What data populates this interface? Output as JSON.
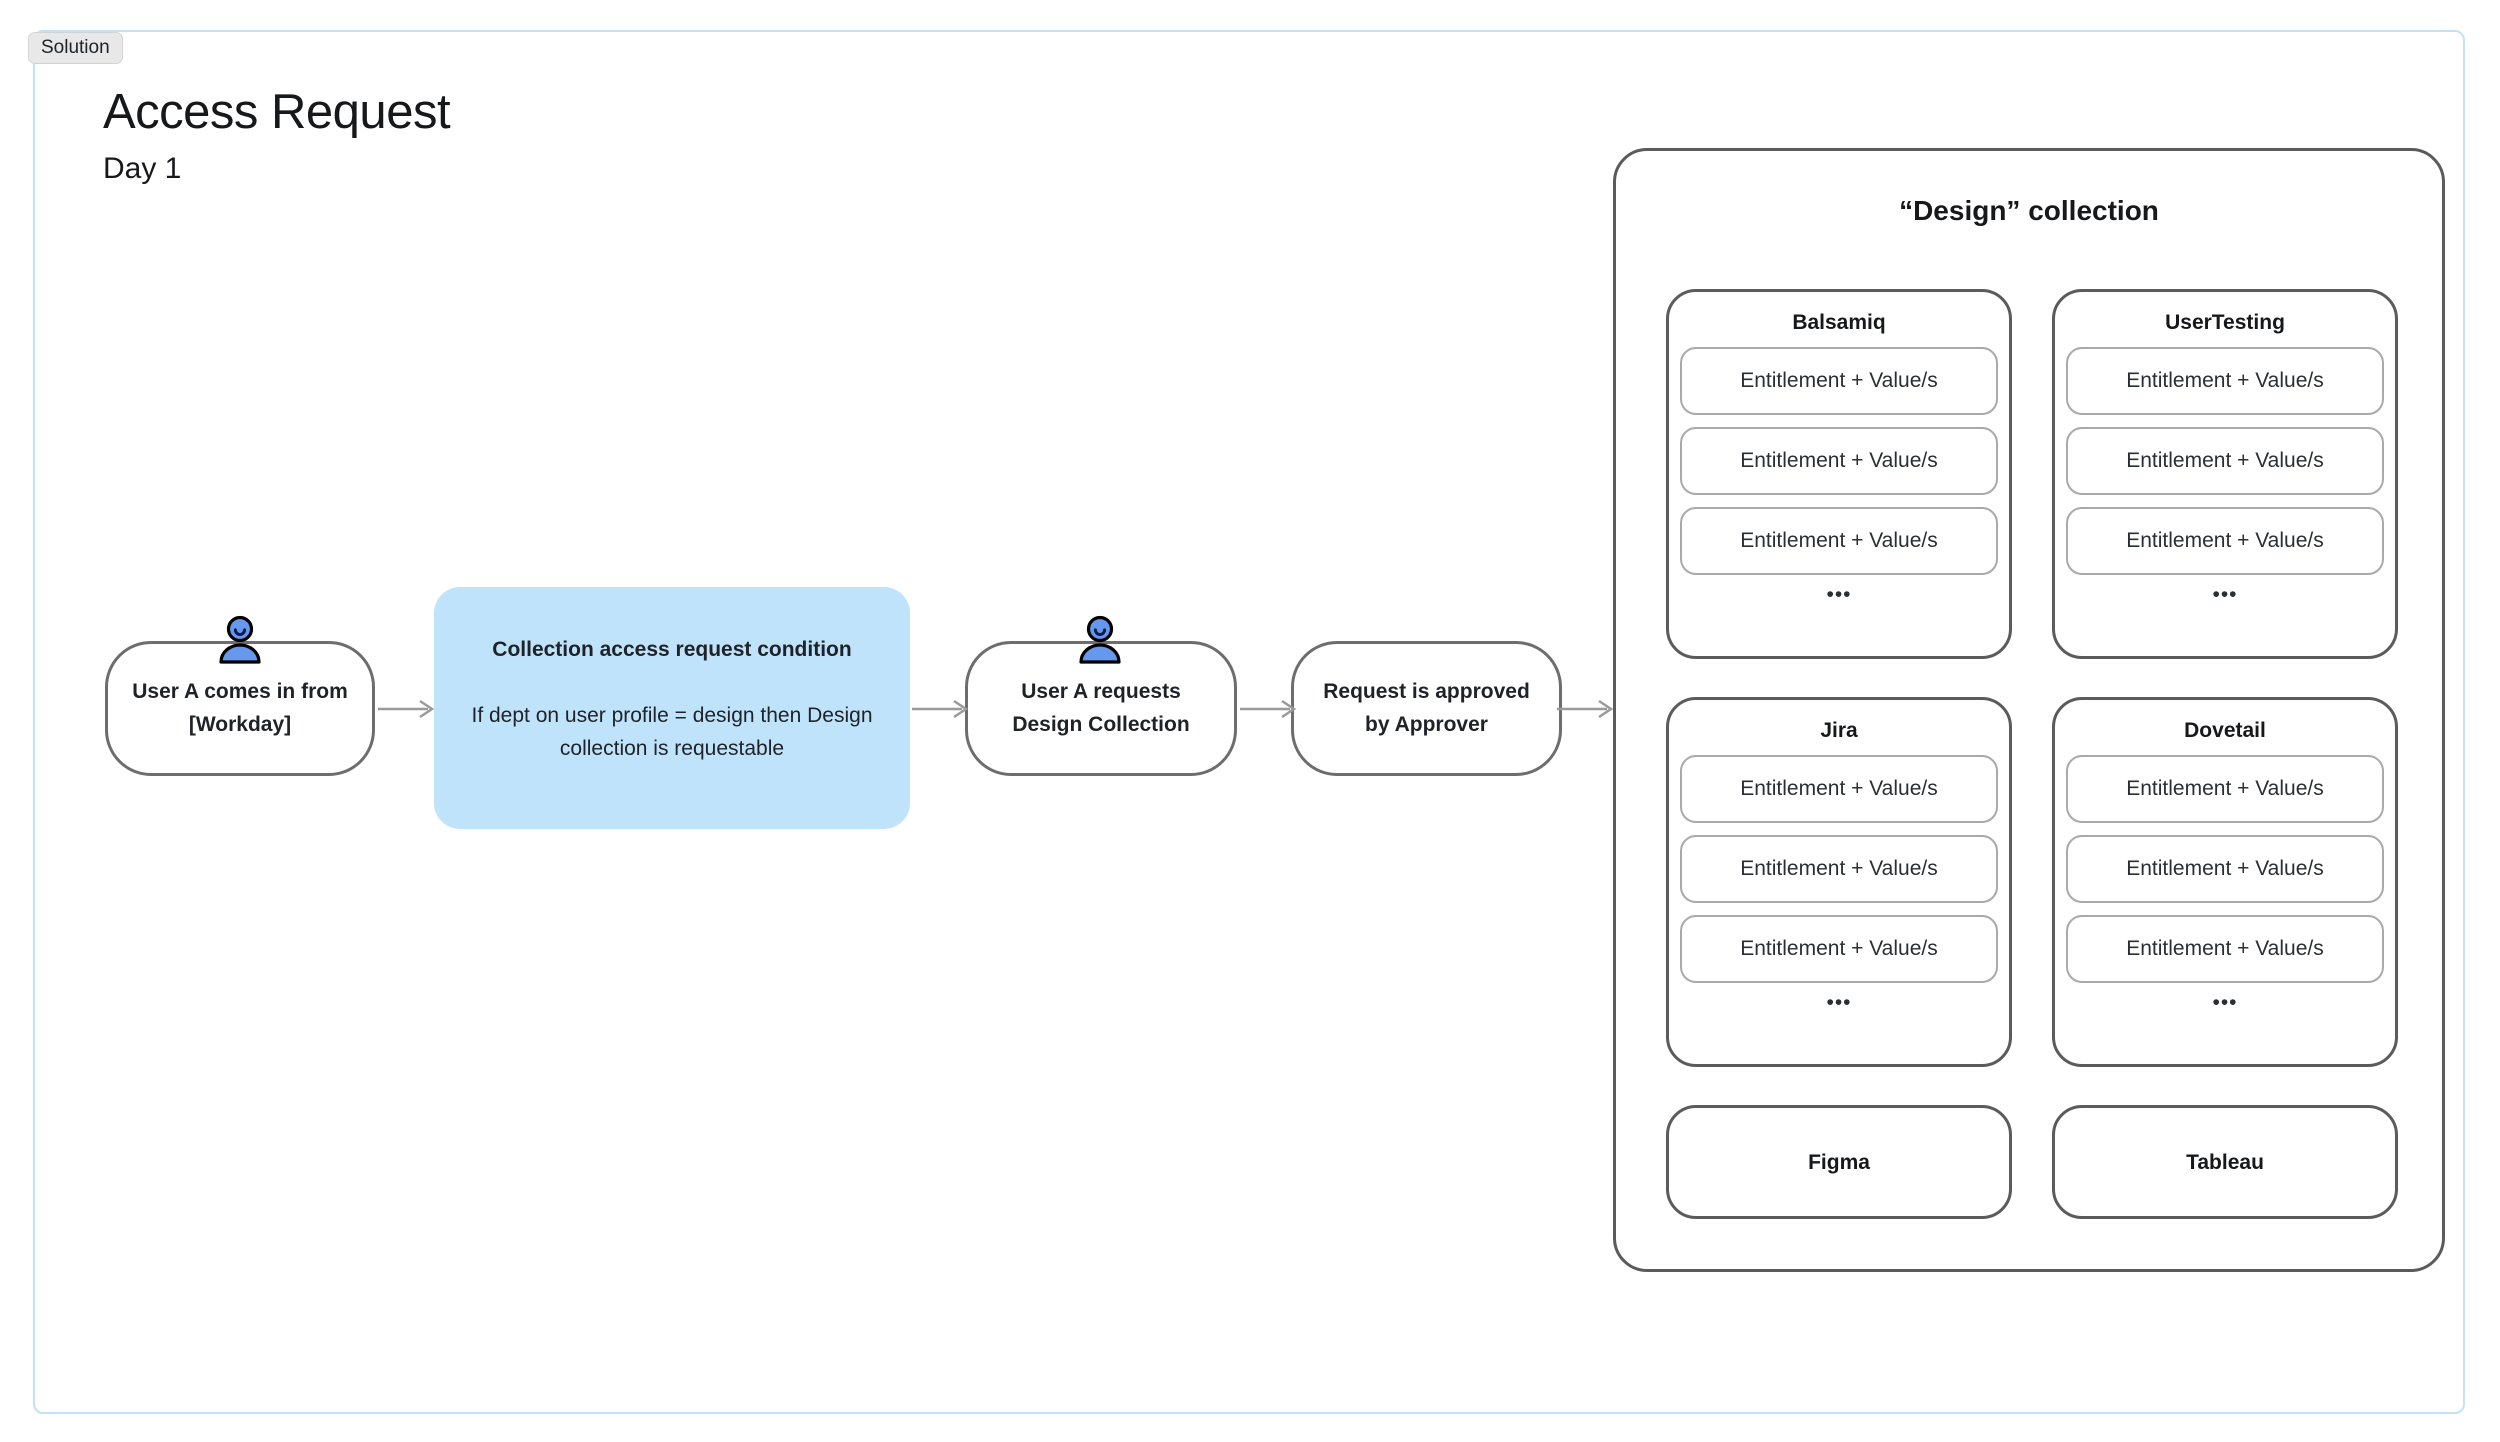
{
  "frame": {
    "badge_label": "Solution",
    "border_color": "#c3e1f7"
  },
  "header": {
    "title": "Access Request",
    "subtitle": "Day 1"
  },
  "flow": {
    "nodes": [
      {
        "id": "node-user-arrives",
        "label": "User A comes in from [Workday]",
        "has_person_icon": true
      },
      {
        "id": "node-user-requests",
        "label": "User A requests Design Collection",
        "has_person_icon": true
      },
      {
        "id": "node-approved",
        "label": "Request is approved by Approver",
        "has_person_icon": false
      }
    ],
    "condition": {
      "title": "Collection access request condition",
      "body": "If dept on user profile = design then Design collection is requestable",
      "fill_color": "#bfe3fb"
    },
    "arrow_color": "#9a9a9a"
  },
  "collection": {
    "title": "“Design” collection",
    "ellipsis": "•••",
    "entitlement_label": "Entitlement + Value/s",
    "apps": [
      {
        "name": "Balsamiq",
        "entitlement_count": 3,
        "has_more": true
      },
      {
        "name": "UserTesting",
        "entitlement_count": 3,
        "has_more": true
      },
      {
        "name": "Jira",
        "entitlement_count": 3,
        "has_more": true
      },
      {
        "name": "Dovetail",
        "entitlement_count": 3,
        "has_more": true
      },
      {
        "name": "Figma",
        "entitlement_count": 0,
        "has_more": false
      },
      {
        "name": "Tableau",
        "entitlement_count": 0,
        "has_more": false
      }
    ]
  }
}
